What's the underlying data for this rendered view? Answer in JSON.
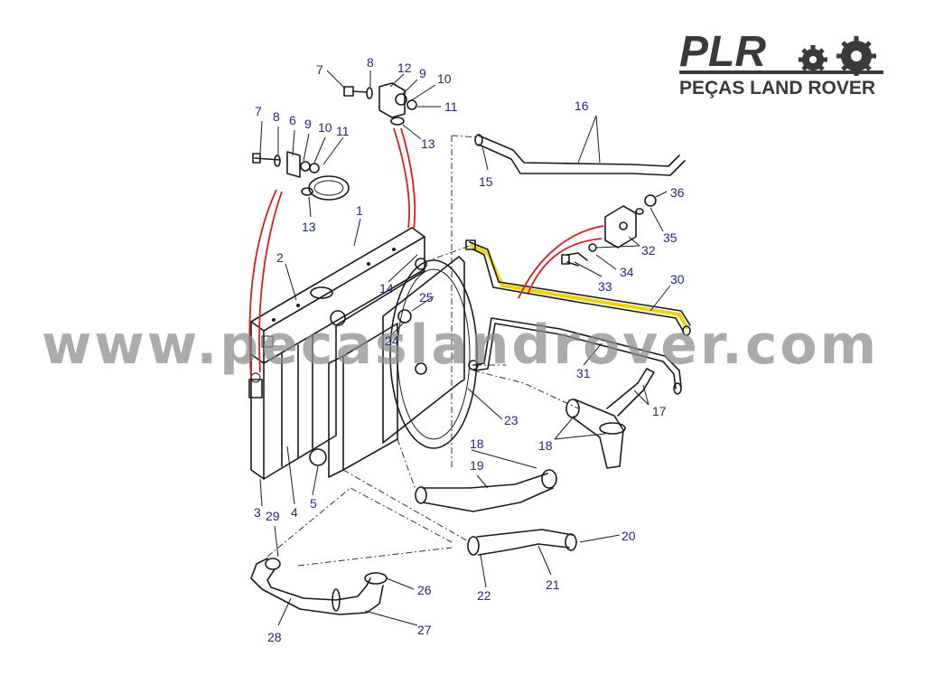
{
  "logo": {
    "brand": "PLR",
    "tagline": "PEÇAS LAND ROVER",
    "color": "#3a3a3a"
  },
  "watermark": {
    "text": "www.pecaslandrover.com"
  },
  "colors": {
    "label": "#1f2a80",
    "highlight": "#f2d300",
    "leader_red": "#d81e1e",
    "line": "#1a1a1a"
  },
  "callouts": {
    "c1": "1",
    "c2": "2",
    "c3": "3",
    "c4": "4",
    "c5": "5",
    "c6": "6",
    "c7a": "7",
    "c7b": "7",
    "c8a": "8",
    "c8b": "8",
    "c9a": "9",
    "c9b": "9",
    "c10a": "10",
    "c10b": "10",
    "c11a": "11",
    "c11b": "11",
    "c12": "12",
    "c13a": "13",
    "c13b": "13",
    "c14": "14",
    "c15": "15",
    "c16": "16",
    "c17": "17",
    "c18a": "18",
    "c18b": "18",
    "c19": "19",
    "c20": "20",
    "c21": "21",
    "c22": "22",
    "c23": "23",
    "c24": "24",
    "c25": "25",
    "c26": "26",
    "c27": "27",
    "c28": "28",
    "c29": "29",
    "c30": "30",
    "c31": "31",
    "c32": "32",
    "c33": "33",
    "c34": "34",
    "c35": "35",
    "c36": "36"
  }
}
